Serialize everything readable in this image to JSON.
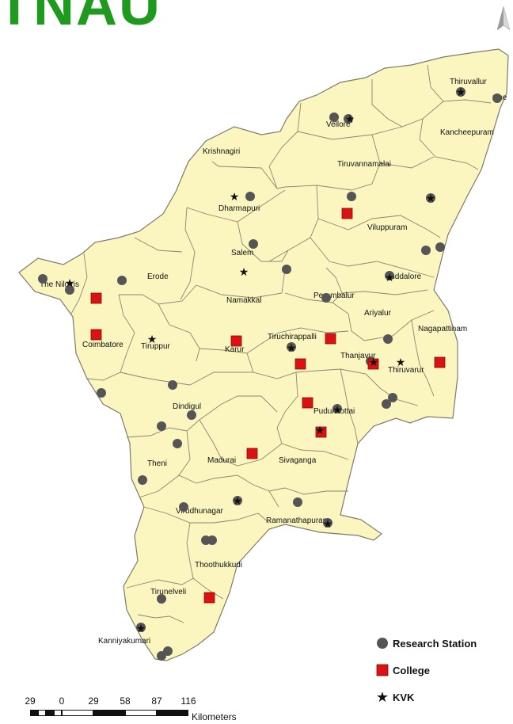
{
  "title": "TNAU",
  "map": {
    "land_color": "#fbf5bf",
    "border_color": "#7d7a6a",
    "districts": [
      "Thiruvallur",
      "Chennai",
      "Vellore",
      "Kancheepuram",
      "Krishnagiri",
      "Tiruvannamalai",
      "Dharmapuri",
      "Viluppuram",
      "Salem",
      "Erode",
      "The Nilgiris",
      "Namakkal",
      "Cuddalore",
      "Perambalur",
      "Ariyalur",
      "Coimbatore",
      "Tiruppur",
      "Karur",
      "Tiruchirappalli",
      "Nagapattinam",
      "Thanjavur",
      "Thiruvarur",
      "Dindigul",
      "Pudukkottai",
      "Theni",
      "Madurai",
      "Sivaganga",
      "Virudhunagar",
      "Ramanathapuram",
      "Thoothukkudi",
      "Tirunelveli",
      "Kanniyakumari"
    ],
    "district_labels": {
      "thiruvallur": "Thiruvallur",
      "chennai": "Che",
      "vellore": "Vellore",
      "kancheepuram": "Kancheepuram",
      "krishnagiri": "Krishnagiri",
      "tiruvannamalai": "Tiruvannamalai",
      "dharmapuri": "Dharmapuri",
      "viluppuram": "Viluppuram",
      "salem": "Salem",
      "erode": "Erode",
      "nilgiris": "The Nilgiris",
      "namakkal": "Namakkal",
      "cuddalore": "Cuddalore",
      "perambalur": "Perambalur",
      "ariyalur": "Ariyalur",
      "coimbatore": "Coimbatore",
      "tiruppur": "Tiruppur",
      "karur": "Karur",
      "tiruchirappalli": "Tiruchirappalli",
      "nagapattinam": "Nagapattinam",
      "thanjavur": "Thanjavur",
      "thiruvarur": "Thiruvarur",
      "dindigul": "Dindigul",
      "pudukkottai": "Pudukkottai",
      "theni": "Theni",
      "madurai": "Madurai",
      "sivaganga": "Sivaganga",
      "virudhunagar": "Virudhunagar",
      "ramanathapuram": "Ramanathapuram",
      "thoothukkudi": "Thoothukkudi",
      "tirunelveli": "Tirunelveli",
      "kanniyakumari": "Kanniyakumari"
    }
  },
  "legend": {
    "research_station": "Research Station",
    "college": "College",
    "kvk": "KVK",
    "research_color": "#555555",
    "college_color": "#dd1111",
    "kvk_color": "#111111"
  },
  "scale_bar": {
    "ticks": [
      "29",
      "0",
      "29",
      "58",
      "87",
      "116"
    ],
    "unit": "Kilometers"
  }
}
